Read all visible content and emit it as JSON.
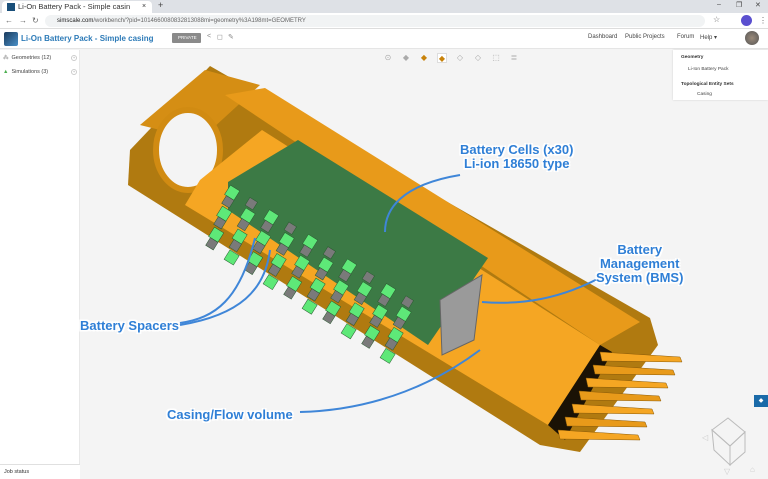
{
  "browser": {
    "tab_title": "Li-On Battery Pack - Simple casin",
    "url_host": "simscale.com",
    "url_path": "/workbench/?pid=1014660080832813088mi=geometry%3A198mt=GEOMETRY",
    "new_tab": "+",
    "close": "×",
    "minimize": "–",
    "maximize": "❐",
    "window_close": "✕"
  },
  "app": {
    "project_title": "Li-On Battery Pack - Simple casing",
    "privacy_badge": "PRIVATE",
    "menu": {
      "dashboard": "Dashboard",
      "public_projects": "Public Projects",
      "forum": "Forum",
      "help": "Help ▾"
    }
  },
  "left_panel": {
    "items": [
      {
        "label": "Geometries (12)"
      },
      {
        "label": "Simulations (3)"
      }
    ],
    "job_status": "Job status"
  },
  "tree": {
    "geometry_header": "Geometry",
    "geometry_item": "Li-Ion Battery Pack",
    "tes_header": "Topological Entity Sets",
    "tes_item": "Casing"
  },
  "annotations": {
    "cells_line1": "Battery Cells (x30)",
    "cells_line2": "Li-ion 18650 type",
    "bms_line1": "Battery",
    "bms_line2": "Management",
    "bms_line3": "System (BMS)",
    "spacers": "Battery Spacers",
    "casing": "Casing/Flow volume"
  },
  "colors": {
    "casing": "#f5a623",
    "casing_dark": "#b07a10",
    "cells": "#5ee878",
    "spacers": "#7a7a7a",
    "annotation": "#2f7fd6",
    "accent": "#2d7bb8"
  }
}
